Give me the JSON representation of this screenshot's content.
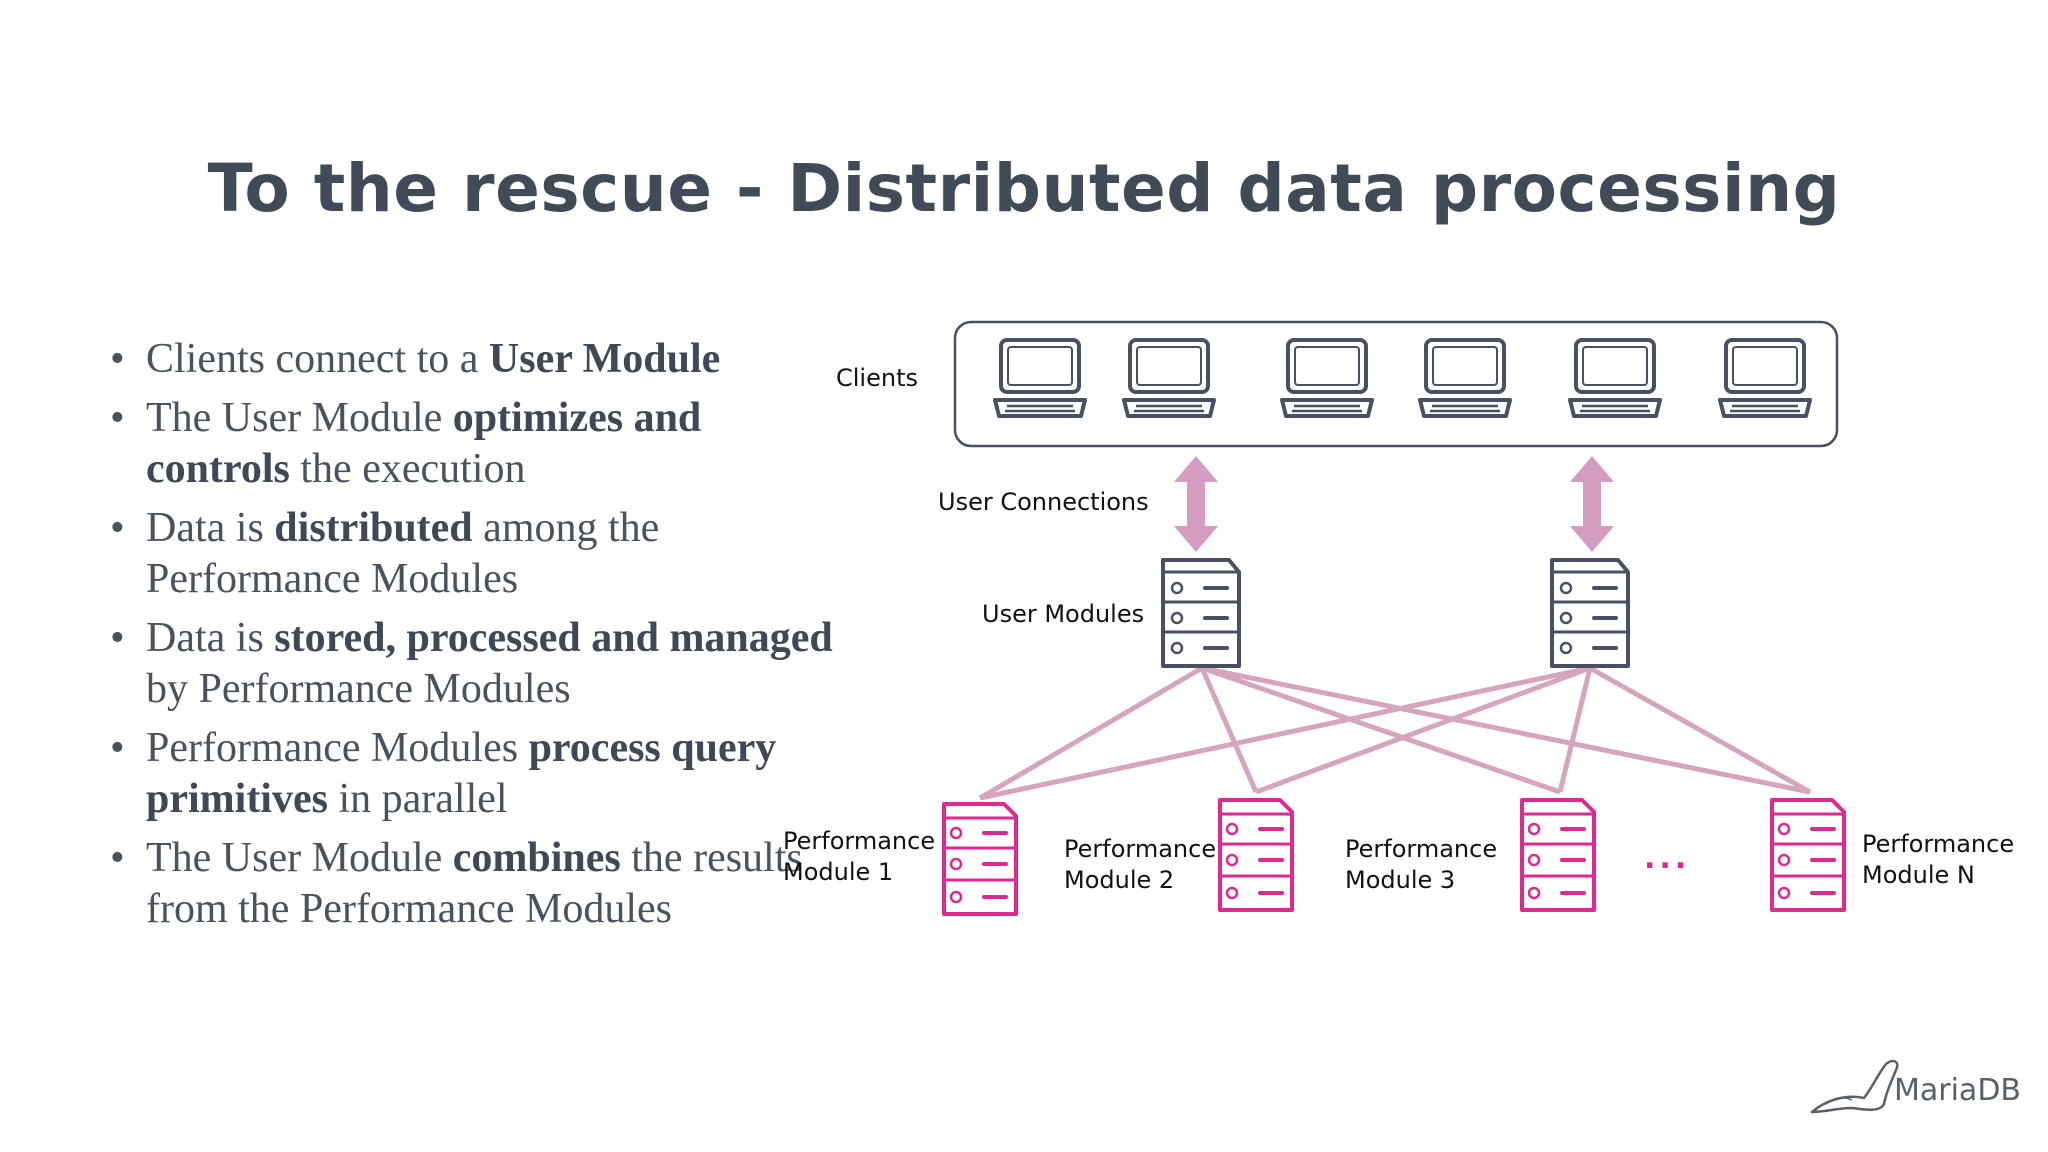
{
  "slide": {
    "title": "To the rescue - Distributed data processing",
    "bullets": [
      [
        {
          "t": "Clients connect to a ",
          "b": false
        },
        {
          "t": "User Module",
          "b": true
        }
      ],
      [
        {
          "t": "The User Module ",
          "b": false
        },
        {
          "t": "optimizes and controls",
          "b": true
        },
        {
          "t": " the execution",
          "b": false
        }
      ],
      [
        {
          "t": "Data is ",
          "b": false
        },
        {
          "t": "distributed",
          "b": true
        },
        {
          "t": " among the Performance Modules",
          "b": false
        }
      ],
      [
        {
          "t": "Data is ",
          "b": false
        },
        {
          "t": "stored, processed and managed",
          "b": true
        },
        {
          "t": " by Performance Modules",
          "b": false
        }
      ],
      [
        {
          "t": "Performance Modules ",
          "b": false
        },
        {
          "t": "process query primitives",
          "b": true
        },
        {
          "t": " in parallel",
          "b": false
        }
      ],
      [
        {
          "t": "The User Module ",
          "b": false
        },
        {
          "t": "combines",
          "b": true
        },
        {
          "t": " the results from the Performance Modules",
          "b": false
        }
      ]
    ]
  },
  "diagram": {
    "clients_label": "Clients",
    "user_connections_label": "User Connections",
    "user_modules_label": "User Modules",
    "pm1_line1": "Performance",
    "pm1_line2": "Module 1",
    "pm2_line1": "Performance",
    "pm2_line2": "Module 2",
    "pm3_line1": "Performance",
    "pm3_line2": "Module 3",
    "ellipsis": "...",
    "pmN_line1": "Performance",
    "pmN_line2": "Module N",
    "colors": {
      "client_stroke": "#4a5063",
      "user_module_stroke": "#4a5063",
      "perf_module_stroke": "#e0298f",
      "connection": "#d4a5bd",
      "arrow": "#d49cc0"
    }
  },
  "logo": {
    "text": "MariaDB"
  }
}
